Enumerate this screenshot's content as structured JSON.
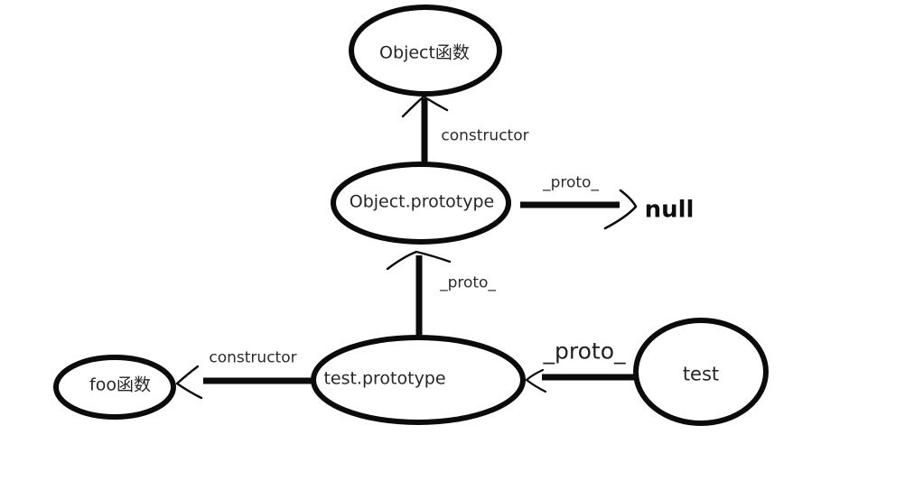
{
  "colors": {
    "stroke": "#0b0b0b",
    "text": "#2b2b2b",
    "background": "#ffffff"
  },
  "nodes": {
    "object_fn": {
      "label": "Object函数"
    },
    "object_prototype": {
      "label": "Object.prototype"
    },
    "test_prototype": {
      "label": "test.prototype"
    },
    "foo_fn": {
      "label": "foo函数"
    },
    "test": {
      "label": "test"
    },
    "null_value": {
      "label": "null"
    }
  },
  "edges": {
    "constructor_top": {
      "label": "constructor"
    },
    "proto_to_null": {
      "label": "_proto_"
    },
    "proto_up": {
      "label": "_proto_"
    },
    "constructor_left": {
      "label": "constructor"
    },
    "proto_from_test": {
      "label": "_proto_"
    }
  }
}
